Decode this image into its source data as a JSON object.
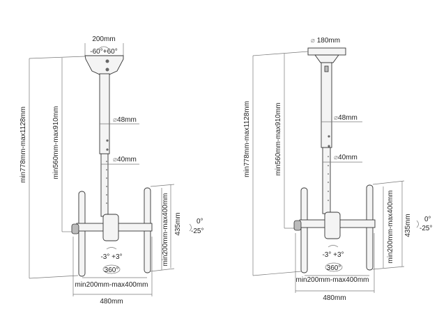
{
  "left_mount": {
    "plate_width": "200mm",
    "swivel_range": "-60°+60°",
    "total_height": "min778mm-max1128mm",
    "pole_height": "min560mm-max910mm",
    "upper_tube": "48mm",
    "lower_tube": "40mm",
    "vertical_vesa": "min200mm-max400mm",
    "bracket_height": "435mm",
    "tilt_top": "0°",
    "tilt_bottom": "-25°",
    "roll": "-3° +3°",
    "rotation": "360°",
    "horizontal_vesa": "min200mm-max400mm",
    "bracket_width": "480mm"
  },
  "right_mount": {
    "plate_diameter": "180mm",
    "total_height": "min778mm-max1128mm",
    "pole_height": "min560mm-max910mm",
    "upper_tube": "48mm",
    "lower_tube": "40mm",
    "vertical_vesa": "min200mm-max400mm",
    "bracket_height": "435mm",
    "tilt_top": "0°",
    "tilt_bottom": "-25°",
    "roll": "-3° +3°",
    "rotation": "360°",
    "horizontal_vesa": "min200mm-max400mm",
    "bracket_width": "480mm"
  }
}
